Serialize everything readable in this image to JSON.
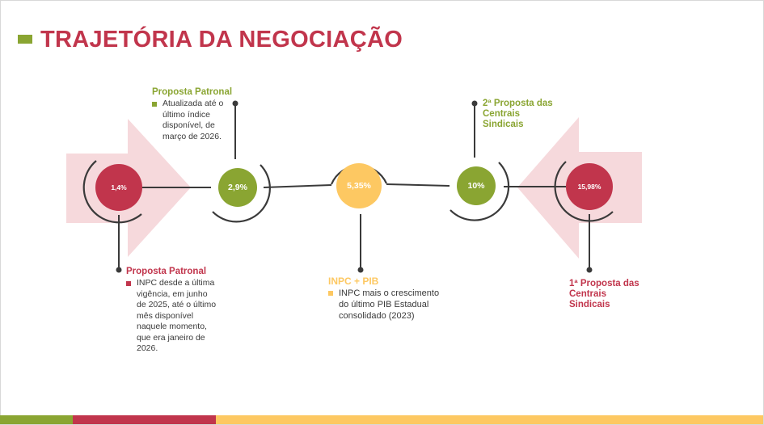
{
  "page_title": "TRAJETÓRIA DA NEGOCIAÇÃO",
  "colors": {
    "title_red": "#c1354c",
    "green": "#8aa532",
    "yellow": "#fdc862",
    "arrow_pink": "#f6d9dc",
    "line": "#3a3a3a"
  },
  "milestones": [
    {
      "value": "1,4%",
      "color": "#c1354c"
    },
    {
      "value": "2,9%",
      "color": "#8aa532"
    },
    {
      "value": "5,35%",
      "color": "#fdc862"
    },
    {
      "value": "10%",
      "color": "#8aa532"
    },
    {
      "value": "15,98%",
      "color": "#c1354c"
    }
  ],
  "annotations": {
    "proposta_patronal_top": {
      "heading": "Proposta Patronal",
      "text": "Atualizada até o último índice disponível, de março de 2026."
    },
    "proposta_patronal_bottom": {
      "heading": "Proposta Patronal",
      "text": "INPC desde a última vigência, em junho de 2025, até o último mês disponível naquele momento, que era janeiro de 2026."
    },
    "inpc_pib": {
      "heading": "INPC + PIB",
      "text": "INPC mais o crescimento do último PIB Estadual consolidado (2023)"
    },
    "segunda_proposta": {
      "heading": "2ª Proposta das Centrais Sindicais"
    },
    "primeira_proposta": {
      "heading": "1ª Proposta das Centrais Sindicais"
    }
  }
}
